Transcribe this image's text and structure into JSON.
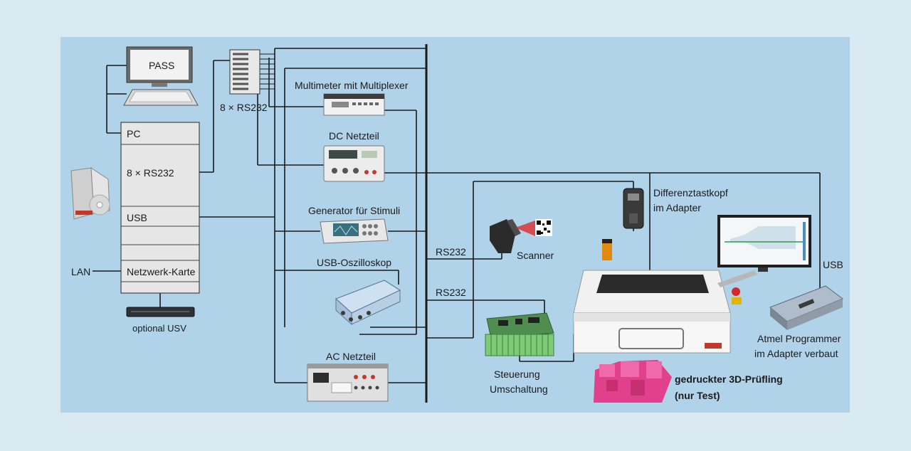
{
  "labels": {
    "pass": "PASS",
    "rs232_8x_top": "8 × RS232",
    "pc": "PC",
    "rs232_8x_rack": "8 × RS232",
    "usb_rack": "USB",
    "lan": "LAN",
    "network_card": "Netzwerk-Karte",
    "ups": "optional USV",
    "multimeter": "Multimeter mit Multiplexer",
    "dc_supply": "DC Netzteil",
    "generator": "Generator für Stimuli",
    "usb_scope": "USB-Oszilloskop",
    "ac_supply": "AC Netzteil",
    "rs232_scanner": "RS232",
    "scanner": "Scanner",
    "rs232_control": "RS232",
    "control_line1": "Steuerung",
    "control_line2": "Umschaltung",
    "diff_probe_line1": "Differenztastkopf",
    "diff_probe_line2": "im Adapter",
    "usb_programmer": "USB",
    "atmel_line1": "Atmel Programmer",
    "atmel_line2": "im Adapter verbaut",
    "dut_line1": "gedruckter 3D-Prüfling",
    "dut_line2": "(nur Test)"
  },
  "colors": {
    "page_bg": "#daeaf3",
    "panel_bg": "#b1d3ea",
    "line": "#1a1a1a",
    "dut_pink": "#e0408c",
    "board_green": "#5aa64e",
    "scanner_laser": "#e02020"
  }
}
